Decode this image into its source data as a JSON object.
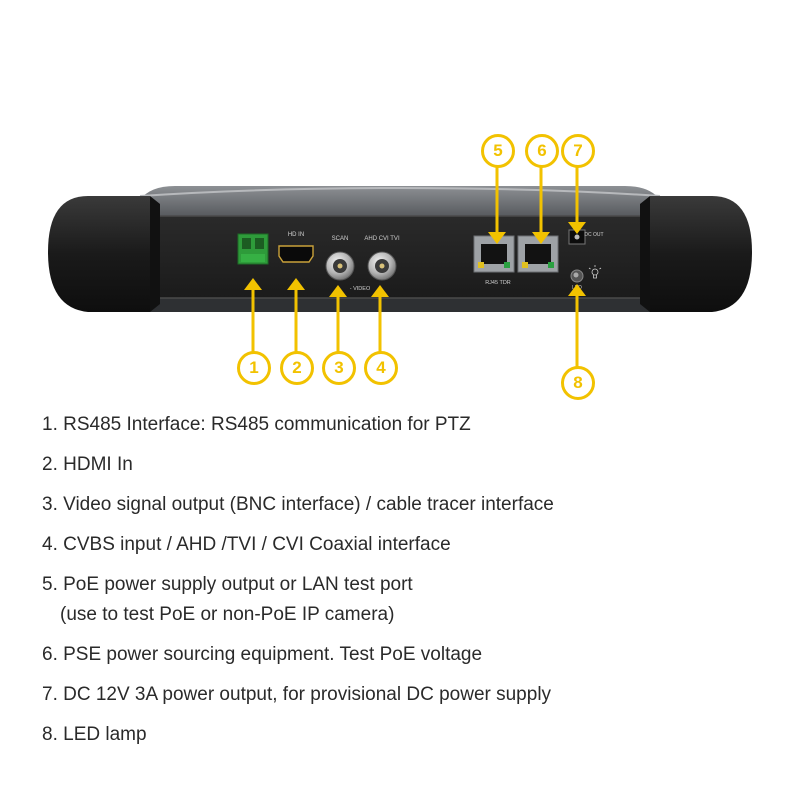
{
  "device": {
    "port_labels": {
      "hdmi": "HD IN",
      "scan": "SCAN",
      "ahd": "AHD CVI TVI",
      "video": "- VIDEO",
      "rj45": "RJ45 TDR",
      "dc": "DC OUT",
      "led": "LED"
    }
  },
  "callouts": [
    "1",
    "2",
    "3",
    "4",
    "5",
    "6",
    "7",
    "8"
  ],
  "legend": [
    {
      "text": "1. RS485 Interface: RS485 communication for PTZ",
      "cont": ""
    },
    {
      "text": "2. HDMI In",
      "cont": ""
    },
    {
      "text": "3. Video signal output (BNC interface) / cable tracer interface",
      "cont": ""
    },
    {
      "text": "4. CVBS input / AHD /TVI / CVI Coaxial interface",
      "cont": ""
    },
    {
      "text": "5. PoE power supply output or LAN test port",
      "cont": "(use to test PoE or non-PoE IP camera)"
    },
    {
      "text": "6. PSE power sourcing equipment. Test PoE voltage",
      "cont": ""
    },
    {
      "text": "7. DC 12V 3A power output, for provisional DC power supply",
      "cont": ""
    },
    {
      "text": "8. LED lamp",
      "cont": ""
    }
  ],
  "colors": {
    "accent": "#f2c200",
    "body": "#2b2b2b",
    "text": "#2a2a2a"
  }
}
